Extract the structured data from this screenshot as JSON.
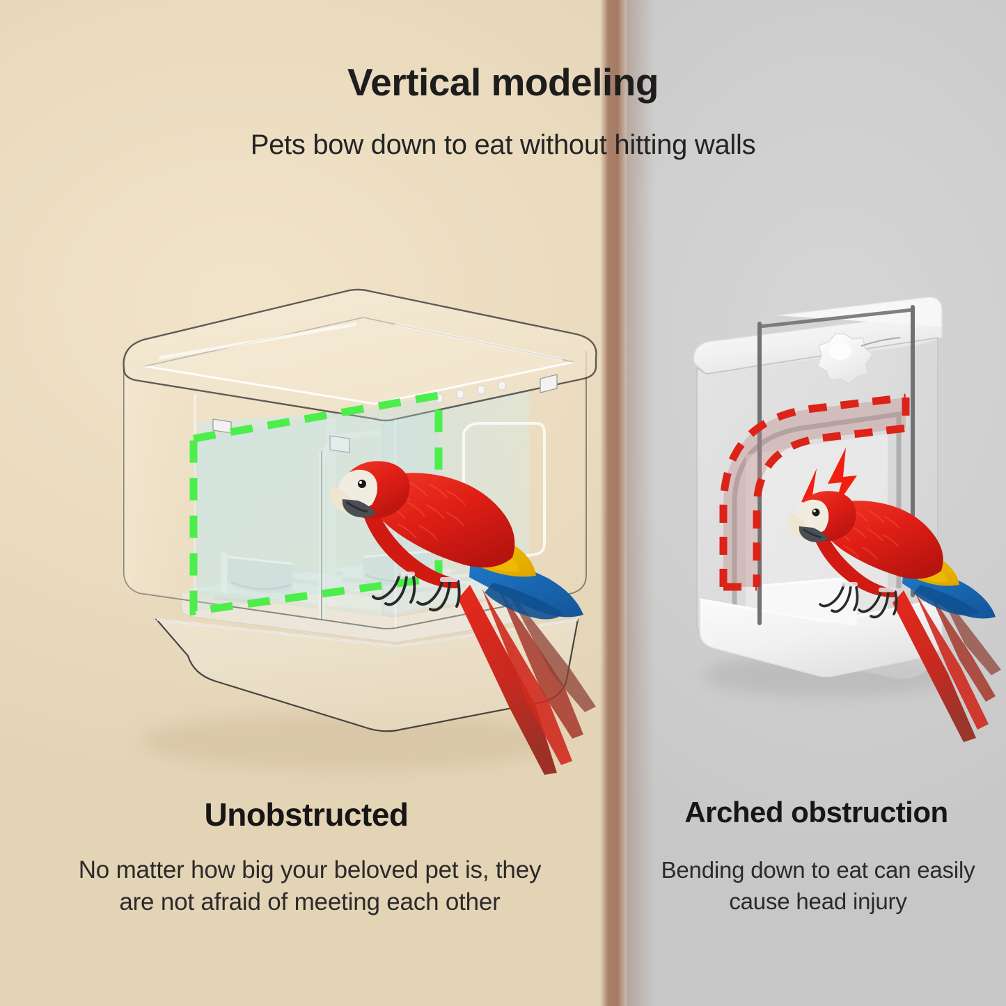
{
  "headline": "Vertical modeling",
  "subheadline": "Pets bow down to eat without hitting walls",
  "panels": {
    "left": {
      "caption_title": "Unobstructed",
      "caption_body": "No matter how big your beloved pet is, they are not afraid of meeting each other",
      "highlight_color": "#4cee4c",
      "highlight_shape": "dashed-rectangle",
      "background_color": "#ecddc1",
      "product": "clear-acrylic-cube-pet-feeder",
      "animal": "scarlet-macaw-parrot"
    },
    "right": {
      "caption_title": "Arched obstruction",
      "caption_body": "Bending down to eat can easily cause head injury",
      "highlight_color": "#dc2318",
      "highlight_shape": "dashed-arch",
      "warning_icon": "lightning-bolt",
      "background_color": "#cfcfcf",
      "product": "white-arched-pet-feeder",
      "animal": "scarlet-macaw-parrot"
    }
  },
  "colors": {
    "headline_text": "#1d1d1d",
    "body_text": "#2a2a2a",
    "divider": "#a47a63",
    "green_accent": "#4cee4c",
    "red_accent": "#dc2318",
    "parrot_red": "#e41f18",
    "parrot_yellow": "#f3c400",
    "parrot_blue": "#1667b5"
  }
}
